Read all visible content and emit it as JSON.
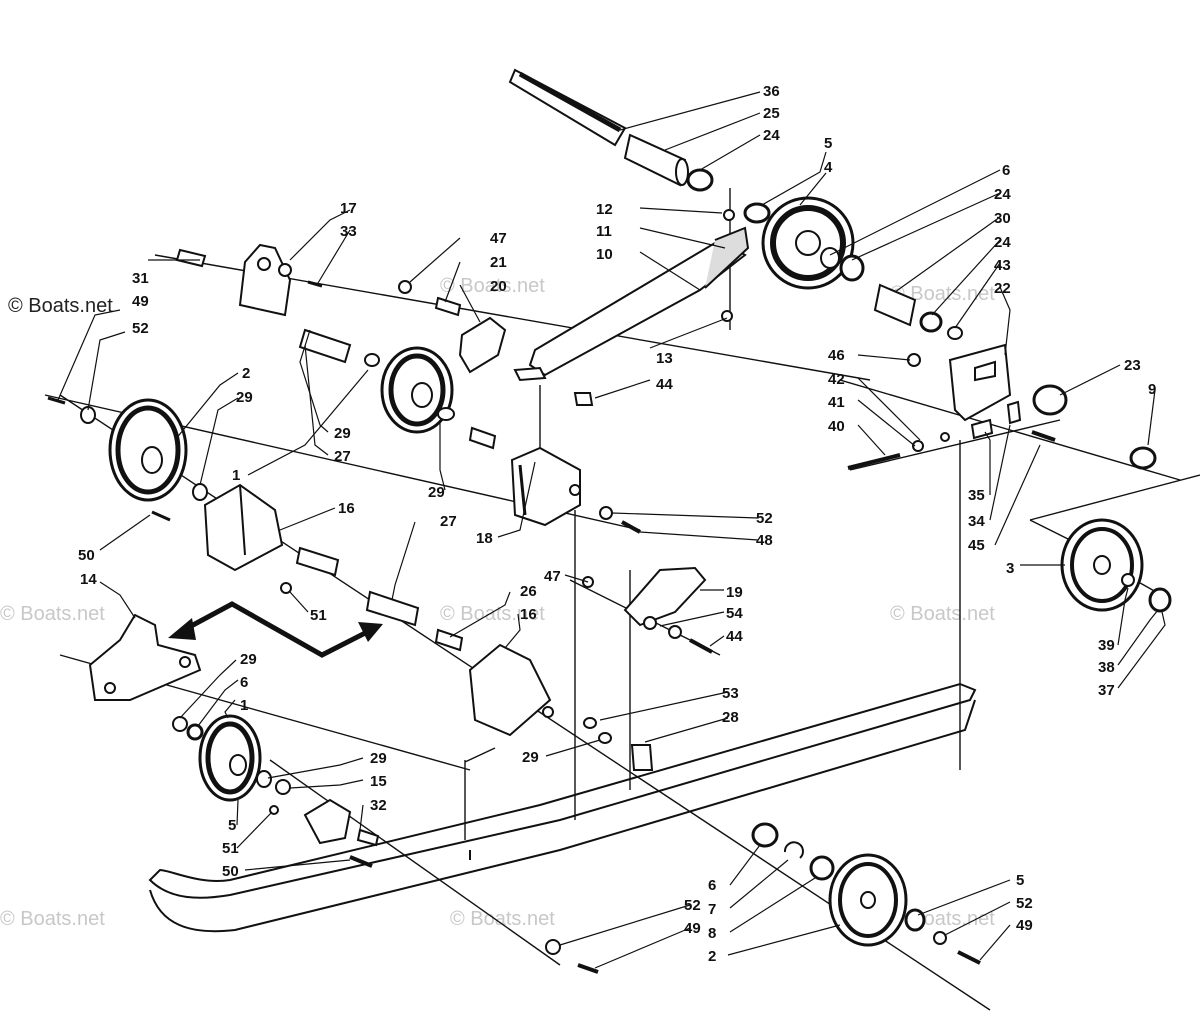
{
  "watermark": {
    "corner_text": "© Boats.net",
    "faint_text": "© Boats.net"
  },
  "callouts": {
    "c36": "36",
    "c25": "25",
    "c24a": "24",
    "c5a": "5",
    "c4": "4",
    "c6a": "6",
    "c24b": "24",
    "c30": "30",
    "c24c": "24",
    "c43": "43",
    "c22": "22",
    "c12": "12",
    "c11": "11",
    "c10": "10",
    "c13": "13",
    "c44a": "44",
    "c17": "17",
    "c33": "33",
    "c47a": "47",
    "c21": "21",
    "c20": "20",
    "c31": "31",
    "c49a": "49",
    "c52a": "52",
    "c2a": "2",
    "c29a": "29",
    "c29b": "29",
    "c27a": "27",
    "c1a": "1",
    "c29c": "29",
    "c46": "46",
    "c42": "42",
    "c41": "41",
    "c40": "40",
    "c23": "23",
    "c9": "9",
    "c35": "35",
    "c34": "34",
    "c45": "45",
    "c3": "3",
    "c16a": "16",
    "c50a": "50",
    "c51a": "51",
    "c27b": "27",
    "c18": "18",
    "c52b": "52",
    "c48": "48",
    "c14": "14",
    "c47b": "47",
    "c19": "19",
    "c26": "26",
    "c16b": "16",
    "c54": "54",
    "c44b": "44",
    "c39": "39",
    "c38": "38",
    "c37": "37",
    "c29d": "29",
    "c6b": "6",
    "c1b": "1",
    "c53": "53",
    "c28": "28",
    "c29e": "29",
    "c29f": "29",
    "c15": "15",
    "c32": "32",
    "c5b": "5",
    "c51b": "51",
    "c50b": "50",
    "c6c": "6",
    "c7": "7",
    "c8": "8",
    "c2b": "2",
    "c5c": "5",
    "c52c": "52",
    "c49b": "49",
    "c52d": "52",
    "c49c": "49"
  },
  "colors": {
    "ink": "#111111",
    "watermark": "#c8c8c8",
    "paper": "#ffffff"
  }
}
